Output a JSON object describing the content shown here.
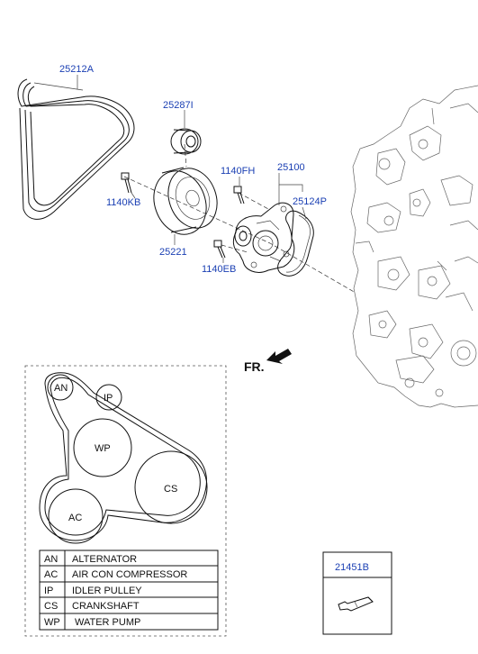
{
  "parts": {
    "belt": "25212A",
    "idler_pulley": "25287I",
    "bolt_kb": "1140KB",
    "bolt_fh": "1140FH",
    "water_pump": "25100",
    "gasket": "25124P",
    "pulley": "25221",
    "bolt_eb": "1140EB"
  },
  "direction_label": "FR.",
  "belt_layout": {
    "nodes": [
      "AN",
      "IP",
      "WP",
      "CS",
      "AC"
    ]
  },
  "legend": [
    {
      "code": "AN",
      "name": "ALTERNATOR"
    },
    {
      "code": "AC",
      "name": "AIR CON COMPRESSOR"
    },
    {
      "code": "IP",
      "name": "IDLER PULLEY"
    },
    {
      "code": "CS",
      "name": "CRANKSHAFT"
    },
    {
      "code": "WP",
      "name": "WATER PUMP"
    }
  ],
  "accessory": {
    "part_no": "21451B"
  }
}
